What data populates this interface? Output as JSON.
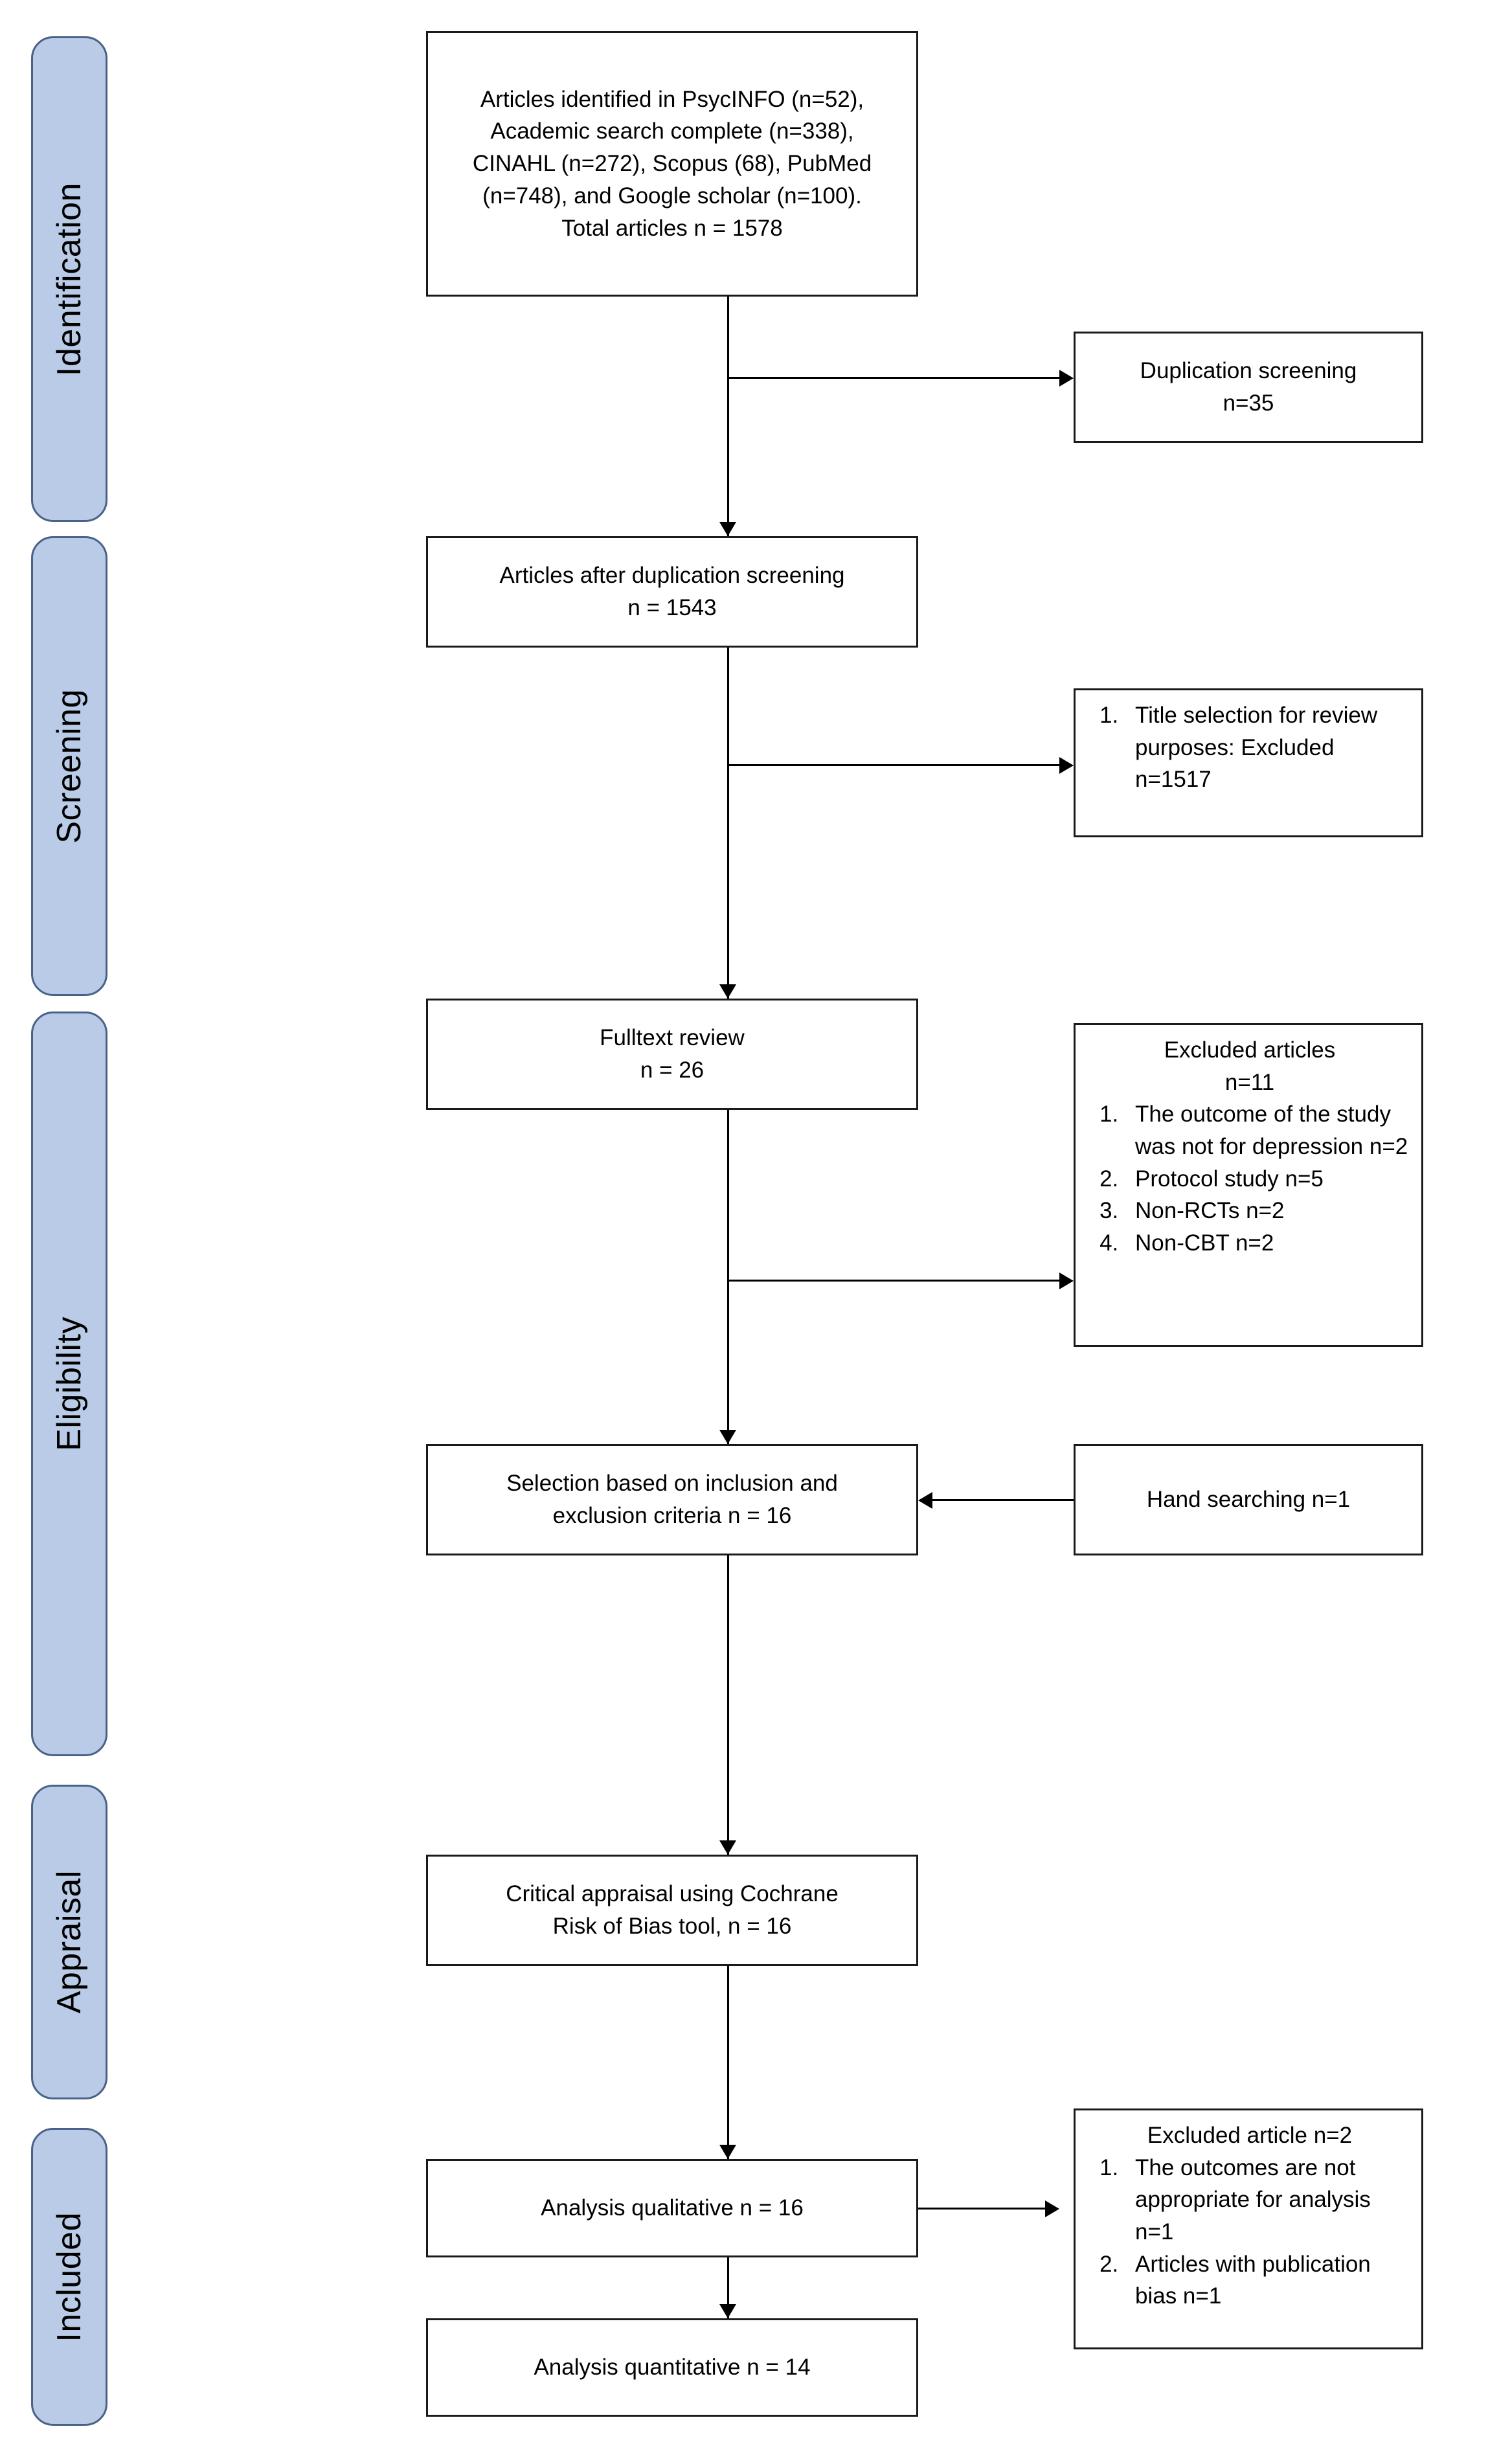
{
  "diagram": {
    "title": "PRISMA flow diagram",
    "type": "flowchart",
    "accent_color": "#b9cbe6",
    "accent_border_color": "#4a6287",
    "box_border_color": "#1a1a1a",
    "background_color": "#ffffff"
  },
  "stages": [
    {
      "id": "identification",
      "label": "Identification"
    },
    {
      "id": "screening",
      "label": "Screening"
    },
    {
      "id": "eligibility",
      "label": "Eligibility"
    },
    {
      "id": "appraisal",
      "label": "Appraisal"
    },
    {
      "id": "included",
      "label": "Included"
    }
  ],
  "boxes": {
    "identified": {
      "text": "Articles identified in PsycINFO (n=52),\nAcademic search complete (n=338),\nCINAHL (n=272), Scopus (68), PubMed\n(n=748), and Google scholar (n=100).\nTotal articles n = 1578"
    },
    "duplication_screening": {
      "text": "Duplication screening\nn=35"
    },
    "after_duplication": {
      "text": "Articles after duplication screening\nn = 1543"
    },
    "title_selection": {
      "items": [
        "Title selection for review purposes: Excluded n=1517"
      ]
    },
    "fulltext_review": {
      "text": "Fulltext review\nn = 26"
    },
    "excluded_eligibility": {
      "heading": "Excluded articles\nn=11",
      "items": [
        "The outcome of the study was not for depression n=2",
        "Protocol study n=5",
        "Non-RCTs  n=2",
        "Non-CBT  n=2"
      ]
    },
    "selection_criteria": {
      "text": "Selection based on inclusion and\nexclusion criteria n = 16"
    },
    "hand_searching": {
      "text": "Hand searching n=1"
    },
    "critical_appraisal": {
      "text": "Critical appraisal using Cochrane\nRisk of Bias tool, n = 16"
    },
    "analysis_qualitative": {
      "text": "Analysis qualitative n = 16"
    },
    "excluded_included": {
      "heading": "Excluded article n=2",
      "items": [
        "The outcomes are not appropriate for analysis n=1",
        "Articles with publication bias n=1"
      ]
    },
    "analysis_quantitative": {
      "text": "Analysis quantitative n = 14"
    }
  },
  "chart_data": {
    "type": "flowchart",
    "title": "PRISMA flow diagram of study selection",
    "stages": [
      "Identification",
      "Screening",
      "Eligibility",
      "Appraisal",
      "Included"
    ],
    "nodes": [
      {
        "id": "identified",
        "stage": "Identification",
        "label": "Articles identified (total)",
        "n": 1578,
        "sources": [
          {
            "name": "PsycINFO",
            "n": 52
          },
          {
            "name": "Academic search complete",
            "n": 338
          },
          {
            "name": "CINAHL",
            "n": 272
          },
          {
            "name": "Scopus",
            "n": 68
          },
          {
            "name": "PubMed",
            "n": 748
          },
          {
            "name": "Google scholar",
            "n": 100
          }
        ]
      },
      {
        "id": "duplication_screening",
        "stage": "Identification",
        "label": "Duplication screening",
        "n": 35,
        "kind": "excluded"
      },
      {
        "id": "after_duplication",
        "stage": "Screening",
        "label": "Articles after duplication screening",
        "n": 1543
      },
      {
        "id": "title_selection",
        "stage": "Screening",
        "label": "Title selection for review purposes: Excluded",
        "n": 1517,
        "kind": "excluded"
      },
      {
        "id": "fulltext_review",
        "stage": "Eligibility",
        "label": "Fulltext review",
        "n": 26
      },
      {
        "id": "excluded_eligibility",
        "stage": "Eligibility",
        "label": "Excluded articles",
        "n": 11,
        "kind": "excluded",
        "reasons": [
          {
            "reason": "The outcome of the study was not for depression",
            "n": 2
          },
          {
            "reason": "Protocol study",
            "n": 5
          },
          {
            "reason": "Non-RCTs",
            "n": 2
          },
          {
            "reason": "Non-CBT",
            "n": 2
          }
        ]
      },
      {
        "id": "selection_criteria",
        "stage": "Eligibility",
        "label": "Selection based on inclusion and exclusion criteria",
        "n": 16
      },
      {
        "id": "hand_searching",
        "stage": "Eligibility",
        "label": "Hand searching",
        "n": 1,
        "kind": "added"
      },
      {
        "id": "critical_appraisal",
        "stage": "Appraisal",
        "label": "Critical appraisal using Cochrane Risk of Bias tool",
        "n": 16
      },
      {
        "id": "analysis_qualitative",
        "stage": "Included",
        "label": "Analysis qualitative",
        "n": 16
      },
      {
        "id": "excluded_included",
        "stage": "Included",
        "label": "Excluded article",
        "n": 2,
        "kind": "excluded",
        "reasons": [
          {
            "reason": "The outcomes are not appropriate for analysis",
            "n": 1
          },
          {
            "reason": "Articles with publication bias",
            "n": 1
          }
        ]
      },
      {
        "id": "analysis_quantitative",
        "stage": "Included",
        "label": "Analysis quantitative",
        "n": 14
      }
    ],
    "edges": [
      {
        "from": "identified",
        "to": "duplication_screening",
        "direction": "right"
      },
      {
        "from": "identified",
        "to": "after_duplication",
        "direction": "down"
      },
      {
        "from": "after_duplication",
        "to": "title_selection",
        "direction": "right"
      },
      {
        "from": "after_duplication",
        "to": "fulltext_review",
        "direction": "down"
      },
      {
        "from": "fulltext_review",
        "to": "excluded_eligibility",
        "direction": "right"
      },
      {
        "from": "fulltext_review",
        "to": "selection_criteria",
        "direction": "down"
      },
      {
        "from": "hand_searching",
        "to": "selection_criteria",
        "direction": "left"
      },
      {
        "from": "selection_criteria",
        "to": "critical_appraisal",
        "direction": "down"
      },
      {
        "from": "critical_appraisal",
        "to": "analysis_qualitative",
        "direction": "down"
      },
      {
        "from": "analysis_qualitative",
        "to": "excluded_included",
        "direction": "right"
      },
      {
        "from": "analysis_qualitative",
        "to": "analysis_quantitative",
        "direction": "down"
      }
    ]
  }
}
